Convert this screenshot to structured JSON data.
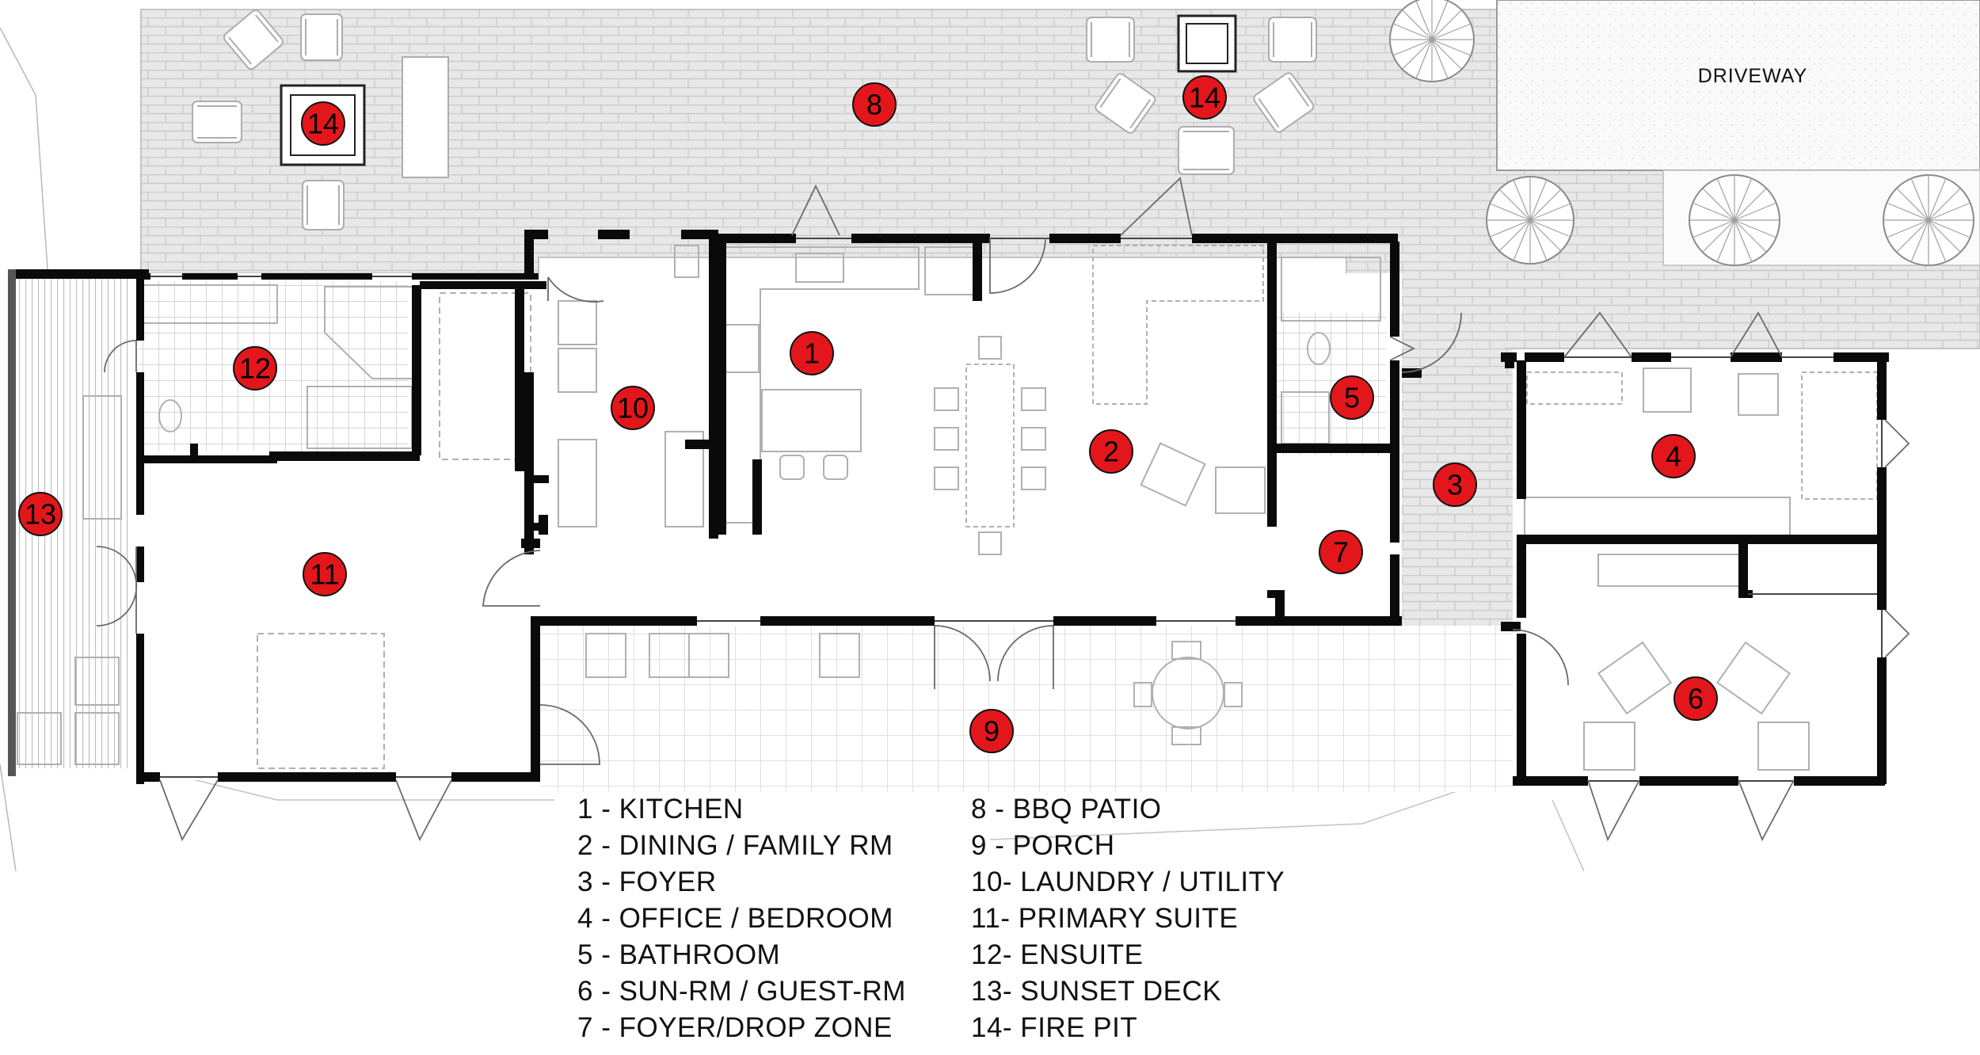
{
  "colors": {
    "badge_fill": "#e3171b",
    "wall": "#0a0a0a",
    "paving": "#e7e7e7",
    "paving_line": "#c9c9c9",
    "furniture": "#b5b5b5",
    "driveway": "#f4f4f4",
    "deck": "#dcdcdc"
  },
  "driveway_label": "DRIVEWAY",
  "badges": [
    {
      "id": "1",
      "label": "1"
    },
    {
      "id": "2",
      "label": "2"
    },
    {
      "id": "3",
      "label": "3"
    },
    {
      "id": "4",
      "label": "4"
    },
    {
      "id": "5",
      "label": "5"
    },
    {
      "id": "6",
      "label": "6"
    },
    {
      "id": "7",
      "label": "7"
    },
    {
      "id": "8",
      "label": "8"
    },
    {
      "id": "9",
      "label": "9"
    },
    {
      "id": "10",
      "label": "10"
    },
    {
      "id": "11",
      "label": "11"
    },
    {
      "id": "12",
      "label": "12"
    },
    {
      "id": "13",
      "label": "13"
    },
    {
      "id": "14a",
      "label": "14"
    },
    {
      "id": "14b",
      "label": "14"
    }
  ],
  "legend": {
    "left": [
      "1 -  KITCHEN",
      "2 -  DINING / FAMILY RM",
      "3 -  FOYER",
      "4 -  OFFICE / BEDROOM",
      "5 -  BATHROOM",
      "6 -  SUN-RM / GUEST-RM",
      "7 -  FOYER/DROP ZONE"
    ],
    "right": [
      "8 -  BBQ PATIO",
      "9 -  PORCH",
      "10- LAUNDRY / UTILITY",
      "11- PRIMARY SUITE",
      "12- ENSUITE",
      "13- SUNSET DECK",
      "14- FIRE PIT"
    ]
  }
}
